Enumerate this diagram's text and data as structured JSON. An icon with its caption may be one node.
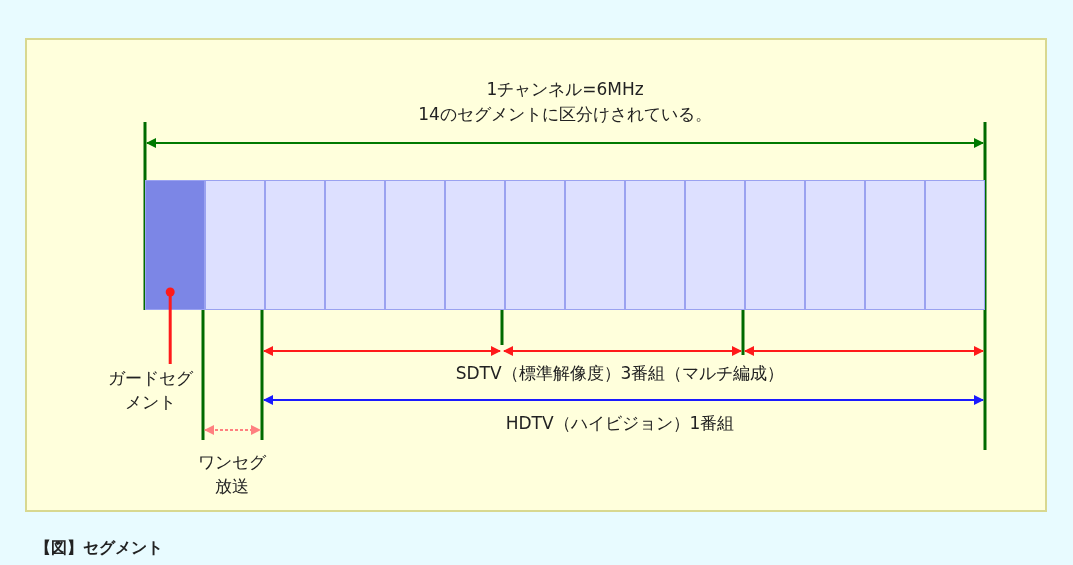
{
  "diagram": {
    "caption": "【図】セグメント",
    "nodes": [
      {
        "text": [
          "ガードセグメント"
        ]
      },
      {
        "text": [],
        "shape": "box"
      },
      {
        "text": [],
        "shape": "box"
      },
      {
        "text": [],
        "shape": "box"
      },
      {
        "text": [],
        "shape": "box"
      },
      {
        "text": [],
        "shape": "box"
      },
      {
        "text": [],
        "shape": "box"
      },
      {
        "text": [],
        "shape": "box"
      },
      {
        "text": [],
        "shape": "box"
      },
      {
        "text": [],
        "shape": "box"
      },
      {
        "text": [],
        "shape": "box"
      },
      {
        "text": [],
        "shape": "box"
      },
      {
        "text": [],
        "shape": "box"
      },
      {
        "text": [],
        "shape": "box"
      },
      {
        "text": [],
        "shape": "box"
      }
    ],
    "edges": [
      {
        "from": 0,
        "to": 1,
        "arrow": "other"
      }
    ],
    "labels": [
      "1チャンネル=6MHz",
      "14のセグメントに区分けされている。",
      "SDTV（標準解像度）3番組（マルチ編成）",
      "HDTV（ハイビジョン）1番組",
      "ワンセグ放送"
    ]
  }
}
